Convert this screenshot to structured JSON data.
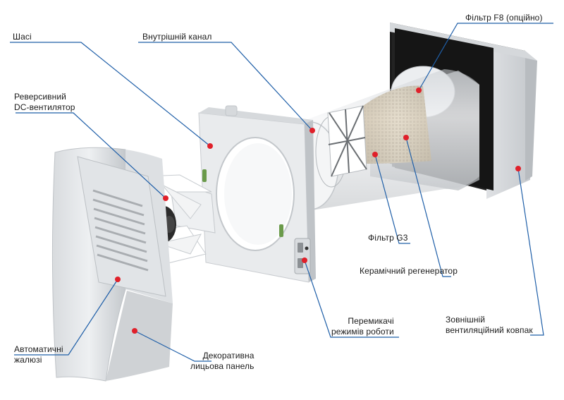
{
  "labels": {
    "chassis": "Шасі",
    "inner_channel": "Внутрішній канал",
    "filter_f8": "Фільтр F8 (опційно)",
    "fan_line1": "Реверсивний",
    "fan_line2": "DC-вентилятор",
    "filter_g3": "Фільтр G3",
    "regenerator": "Керамічний регенератор",
    "switches_line1": "Перемикачі",
    "switches_line2": "режимів роботи",
    "hood_line1": "Зовнішній",
    "hood_line2": "вентиляційний ковпак",
    "shutters_line1": "Автоматичні",
    "shutters_line2": "жалюзі",
    "panel_line1": "Декоративна",
    "panel_line2": "лицьова панель"
  },
  "colors": {
    "leader_line": "#1f5fa8",
    "marker": "#e0202a",
    "body_light": "#e6e8ea",
    "body_mid": "#cfd2d5",
    "body_shadow": "#a9adb1",
    "filter_dark": "#1c1c1c",
    "ceramic": "#c9b48c",
    "motor_dark": "#222222"
  }
}
